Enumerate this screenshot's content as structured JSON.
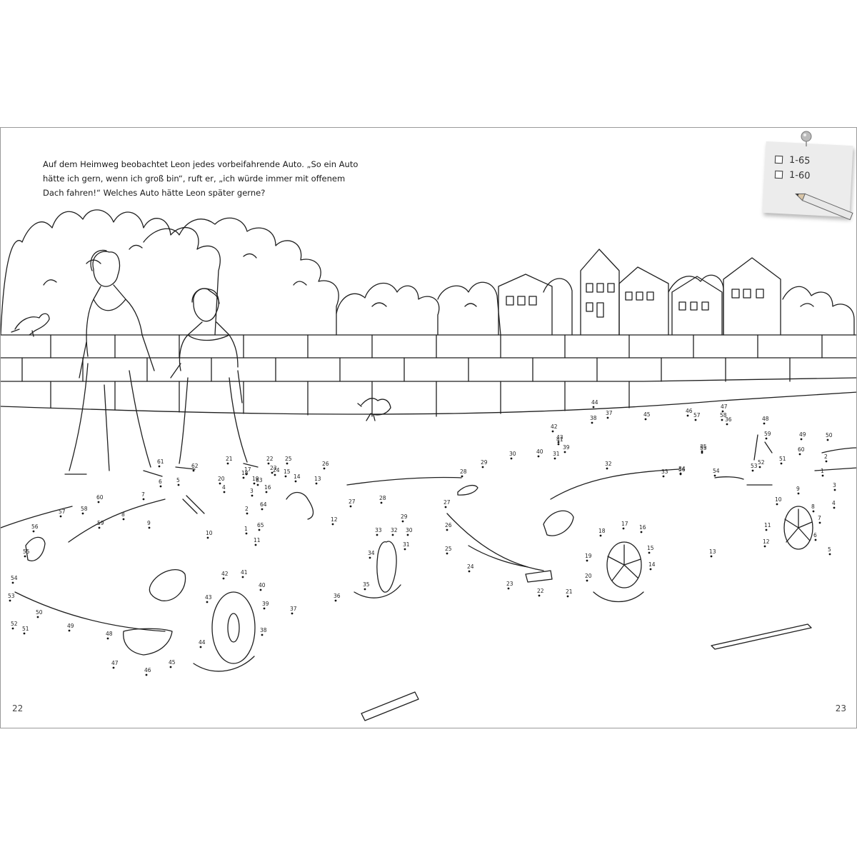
{
  "story": {
    "line1": "Auf dem Heimweg beobachtet Leon jedes vorbeifahrende Auto. „So ein Auto",
    "line2": "hätte ich gern, wenn ich groß bin“, ruft er, „ich würde immer mit offenem",
    "line3": "Dach fahren!“ Welches Auto hätte Leon später gerne?"
  },
  "checklist": [
    {
      "label": "1-65"
    },
    {
      "label": "1-60"
    }
  ],
  "page_numbers": {
    "left": "22",
    "right": "23"
  },
  "dot_labels": {
    "car_left": [
      "1",
      "2",
      "3",
      "4",
      "5",
      "6",
      "7",
      "8",
      "9",
      "10",
      "11",
      "12",
      "13",
      "14",
      "15",
      "16",
      "17",
      "18",
      "19",
      "20",
      "21",
      "22",
      "23",
      "24",
      "25",
      "26",
      "27",
      "28",
      "29",
      "30",
      "31",
      "32",
      "33",
      "34",
      "35",
      "36",
      "37",
      "38",
      "39",
      "40",
      "41",
      "42",
      "43",
      "44",
      "45",
      "46",
      "47",
      "48",
      "49",
      "50",
      "51",
      "52",
      "53",
      "54",
      "55",
      "56",
      "57",
      "58",
      "59",
      "60",
      "61",
      "62",
      "63",
      "64",
      "65"
    ],
    "car_middle": [
      "1",
      "2",
      "3",
      "4",
      "5",
      "6",
      "7",
      "8",
      "9",
      "10",
      "11",
      "12",
      "13",
      "14",
      "15",
      "16",
      "17",
      "18",
      "19",
      "20",
      "21",
      "22",
      "23",
      "24",
      "25",
      "26",
      "27",
      "28",
      "29",
      "30",
      "31",
      "32",
      "33",
      "34",
      "35",
      "36",
      "37",
      "38",
      "39",
      "40",
      "41",
      "42",
      "43",
      "44",
      "45",
      "46",
      "47",
      "48",
      "49",
      "50",
      "51",
      "52",
      "53",
      "54",
      "55",
      "56",
      "57",
      "58",
      "59",
      "60"
    ]
  },
  "icons": [
    "pushpin-icon",
    "pencil-icon",
    "checkbox-icon"
  ]
}
